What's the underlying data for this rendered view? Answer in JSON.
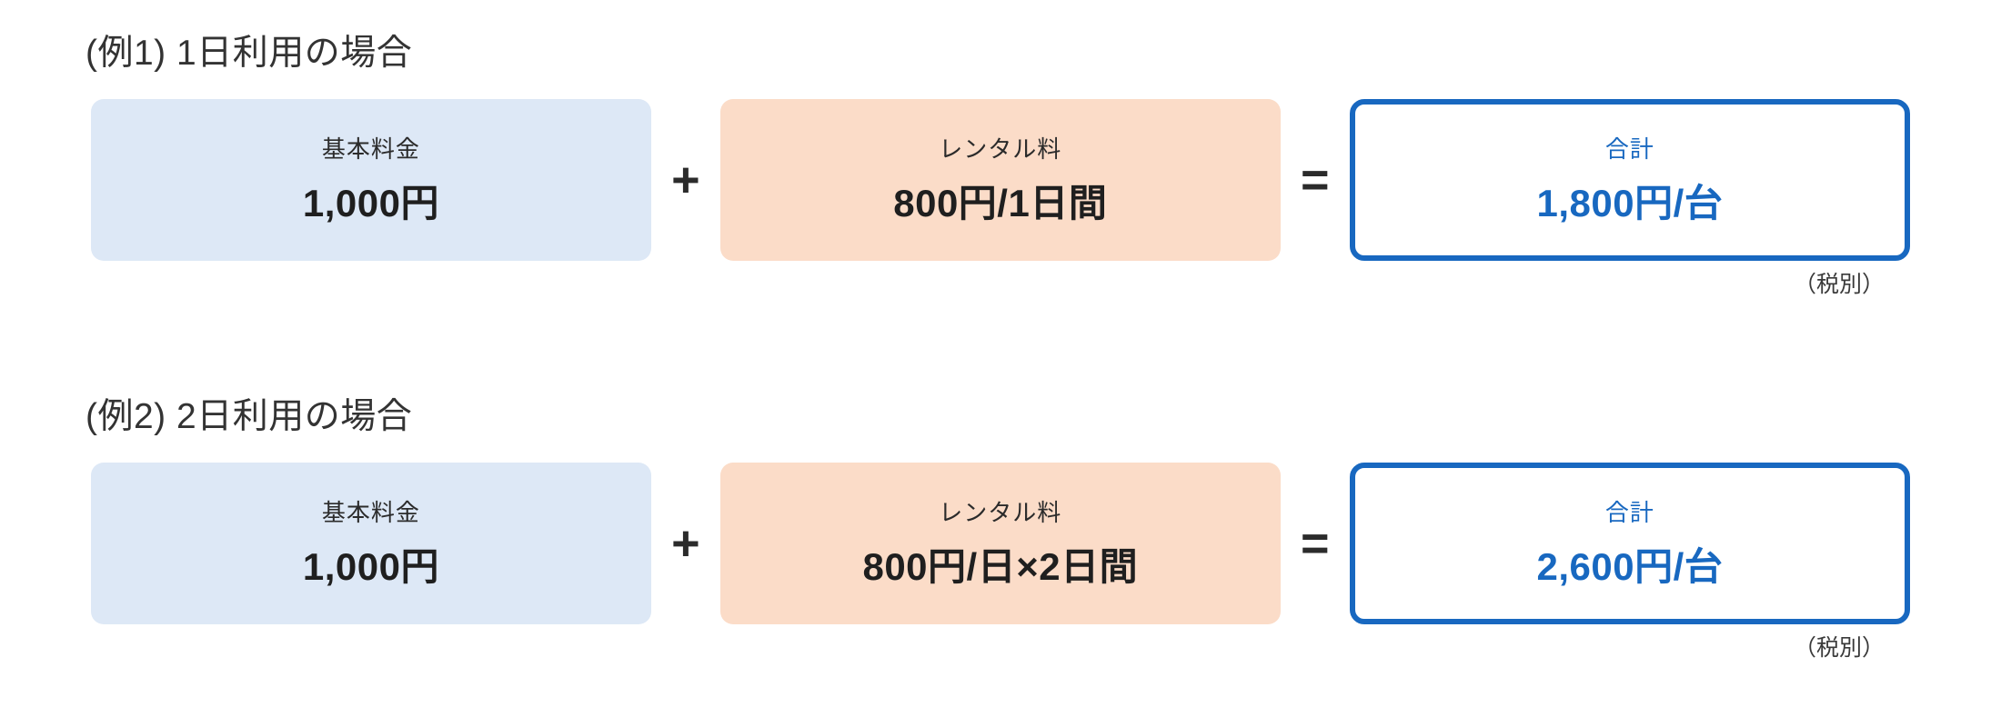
{
  "theme": {
    "background": "#ffffff",
    "base_fee_fill": "#dde8f6",
    "rental_fee_fill": "#fbdcc8",
    "total_border": "#1868c0",
    "total_text": "#1868c0",
    "body_text": "#2b2b2b",
    "heading_text": "#333333"
  },
  "examples": [
    {
      "heading": "(例1) 1日利用の場合",
      "terms": [
        {
          "label": "基本料金",
          "value": "1,000円",
          "style": "base-fee"
        },
        {
          "label": "レンタル料",
          "value": "800円/1日間",
          "style": "rental-fee"
        },
        {
          "label": "合計",
          "value": "1,800円/台",
          "style": "total-result"
        }
      ],
      "operators": [
        "+",
        "="
      ],
      "tax_note": "（税別）"
    },
    {
      "heading": "(例2) 2日利用の場合",
      "terms": [
        {
          "label": "基本料金",
          "value": "1,000円",
          "style": "base-fee"
        },
        {
          "label": "レンタル料",
          "value": "800円/日×2日間",
          "style": "rental-fee"
        },
        {
          "label": "合計",
          "value": "2,600円/台",
          "style": "total-result"
        }
      ],
      "operators": [
        "+",
        "="
      ],
      "tax_note": "（税別）"
    }
  ]
}
